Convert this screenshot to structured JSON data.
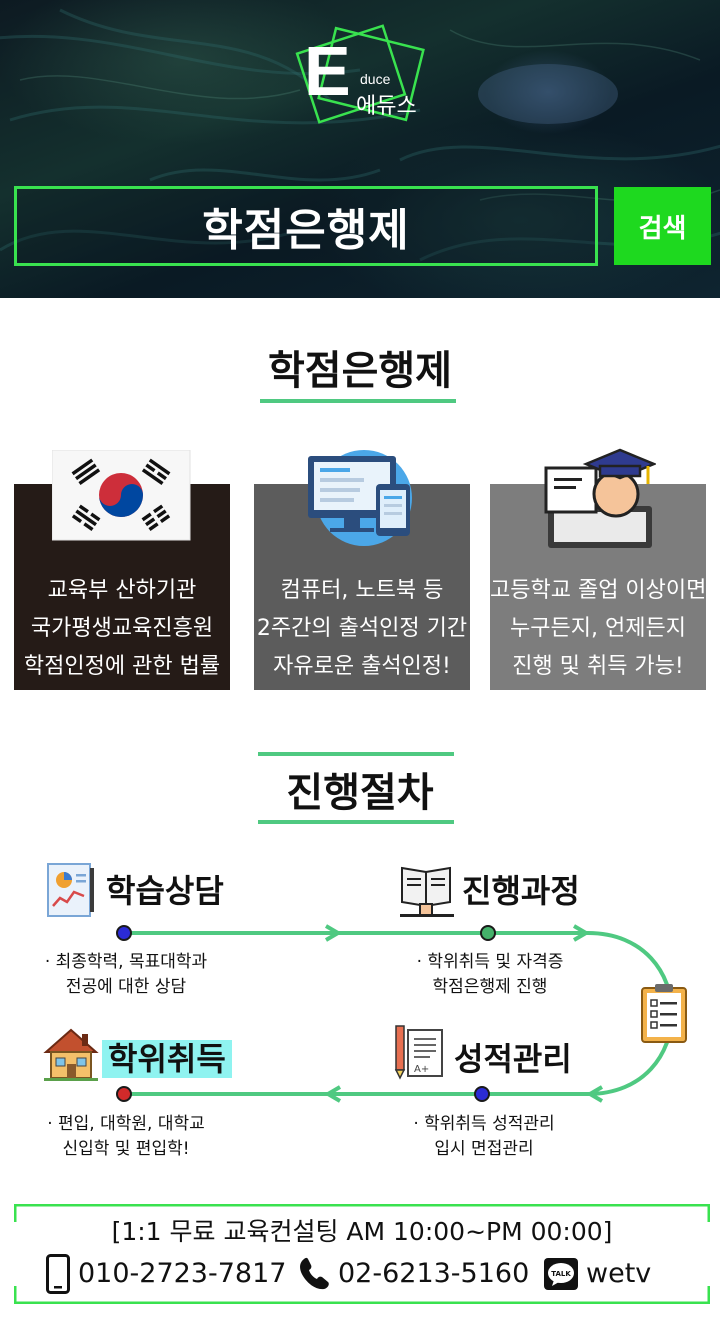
{
  "hero": {
    "logo_letter": "E",
    "logo_sub": "duce",
    "logo_kor": "에듀스",
    "search_text": "학점은행제",
    "search_button": "검색",
    "accent": "#39e24f"
  },
  "intro": {
    "title": "학점은행제",
    "cards": [
      {
        "icon": "korean-flag-icon",
        "lines": [
          "교육부 산하기관",
          "국가평생교육진흥원",
          "학점인정에 관한 법률"
        ]
      },
      {
        "icon": "computer-devices-icon",
        "lines": [
          "컴퓨터, 노트북 등",
          "2주간의 출석인정 기간",
          "자유로운 출석인정!"
        ]
      },
      {
        "icon": "graduate-student-icon",
        "lines": [
          "고등학교 졸업 이상이면",
          "누구든지, 언제든지",
          "진행 및 취득 가능!"
        ]
      }
    ]
  },
  "process": {
    "title": "진행절차",
    "steps": [
      {
        "title": "학습상담",
        "icon": "report-chart-icon",
        "desc": [
          "· 최종학력, 목표대학과",
          "전공에 대한 상담"
        ]
      },
      {
        "title": "진행과정",
        "icon": "open-book-icon",
        "desc": [
          "· 학위취득 및 자격증",
          "학점은행제 진행"
        ]
      },
      {
        "title": "성적관리",
        "icon": "grade-paper-icon",
        "desc": [
          "· 학위취득 성적관리",
          "입시 면접관리"
        ]
      },
      {
        "title": "학위취득",
        "icon": "house-icon",
        "desc": [
          "· 편입, 대학원, 대학교",
          "신입학 및 편입학!"
        ]
      }
    ],
    "line_color": "#4fc981"
  },
  "contact": {
    "headline": "[1:1 무료 교육컨설팅 AM 10:00~PM 00:00]",
    "mobile": "010-2723-7817",
    "phone": "02-6213-5160",
    "kakao_badge": "TALK",
    "kakao_id": "wetv"
  }
}
